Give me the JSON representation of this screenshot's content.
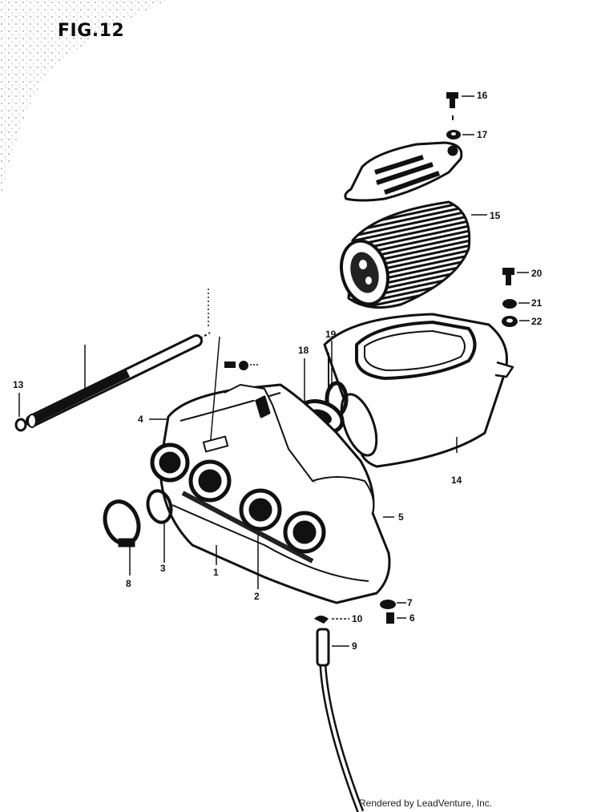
{
  "figure": {
    "title": "FIG.12"
  },
  "callouts": [
    {
      "id": "c16",
      "label": "16"
    },
    {
      "id": "c17",
      "label": "17"
    },
    {
      "id": "c15",
      "label": "15"
    },
    {
      "id": "c20",
      "label": "20"
    },
    {
      "id": "c21",
      "label": "21"
    },
    {
      "id": "c22",
      "label": "22"
    },
    {
      "id": "c19",
      "label": "19"
    },
    {
      "id": "c18",
      "label": "18"
    },
    {
      "id": "c13",
      "label": "13"
    },
    {
      "id": "c4",
      "label": "4"
    },
    {
      "id": "c14",
      "label": "14"
    },
    {
      "id": "c5",
      "label": "5"
    },
    {
      "id": "c8",
      "label": "8"
    },
    {
      "id": "c3",
      "label": "3"
    },
    {
      "id": "c1",
      "label": "1"
    },
    {
      "id": "c2",
      "label": "2"
    },
    {
      "id": "c7",
      "label": "7"
    },
    {
      "id": "c6",
      "label": "6"
    },
    {
      "id": "c10",
      "label": "10"
    },
    {
      "id": "c9",
      "label": "9"
    }
  ],
  "footer": {
    "credit": "Rendered by LeadVenture, Inc."
  }
}
